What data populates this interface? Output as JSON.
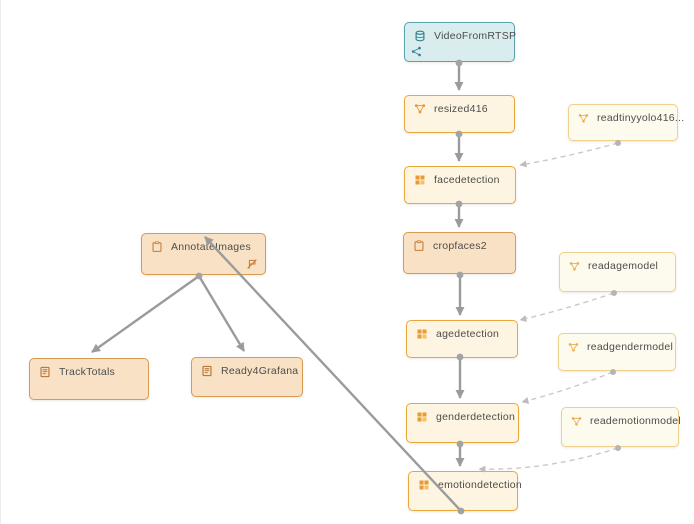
{
  "app": {
    "view": "flow-pipeline-editor",
    "background": "#ffffff"
  },
  "colors": {
    "source_node_bg": "#d9ecee",
    "source_node_border": "#5aa3ae",
    "process_node_bg": "#fdf5e1",
    "process_node_border": "#e9a83e",
    "model_node_bg": "#fdfaee",
    "model_node_border": "#f1d08e",
    "highlight_node_bg": "#f8e1c4",
    "highlight_node_border": "#d99a52",
    "edge_solid": "#9b9b9b",
    "edge_dashed": "#c9c9c9",
    "icon_teal": "#2f7f8b",
    "icon_orange": "#e89a35",
    "icon_brown": "#b06a2c",
    "label_text": "#4d4d4d"
  },
  "nodes": {
    "videofromrtsp": {
      "label": "VideoFromRTSP",
      "variant": "source",
      "icon": "database-icon",
      "sub_icon": "share-icon"
    },
    "resized416": {
      "label": "resized416",
      "variant": "process",
      "icon": "triangle-graph-icon"
    },
    "readtinyyolo416": {
      "label": "readtinyyolo416...",
      "variant": "model",
      "icon": "triangle-graph-icon"
    },
    "facedetection": {
      "label": "facedetection",
      "variant": "process",
      "icon": "chip-icon"
    },
    "cropfaces2": {
      "label": "cropfaces2",
      "variant": "highlight",
      "icon": "clipboard-icon"
    },
    "readagemodel": {
      "label": "readagemodel",
      "variant": "model",
      "icon": "triangle-graph-icon"
    },
    "agedetection": {
      "label": "agedetection",
      "variant": "process",
      "icon": "chip-icon"
    },
    "readgendermodel": {
      "label": "readgendermodel",
      "variant": "model",
      "icon": "triangle-graph-icon"
    },
    "genderdetection": {
      "label": "genderdetection",
      "variant": "process",
      "icon": "chip-icon"
    },
    "reademotionmodel": {
      "label": "reademotionmodel",
      "variant": "model",
      "icon": "triangle-graph-icon"
    },
    "emotiondetection": {
      "label": "emotiondetection",
      "variant": "process",
      "icon": "chip-icon"
    },
    "annotateimages": {
      "label": "AnnotateImages",
      "variant": "highlight",
      "icon": "clipboard-icon",
      "corner_icon": "disabled-flag-icon"
    },
    "tracktotals": {
      "label": "TrackTotals",
      "variant": "highlight",
      "icon": "report-icon"
    },
    "ready4grafana": {
      "label": "Ready4Grafana",
      "variant": "highlight",
      "icon": "report-icon"
    }
  },
  "edges": {
    "solid": [
      {
        "from": "VideoFromRTSP",
        "to": "resized416"
      },
      {
        "from": "resized416",
        "to": "facedetection"
      },
      {
        "from": "facedetection",
        "to": "cropfaces2"
      },
      {
        "from": "cropfaces2",
        "to": "agedetection"
      },
      {
        "from": "agedetection",
        "to": "genderdetection"
      },
      {
        "from": "genderdetection",
        "to": "emotiondetection"
      },
      {
        "from": "emotiondetection",
        "to": "AnnotateImages"
      },
      {
        "from": "AnnotateImages",
        "to": "TrackTotals"
      },
      {
        "from": "AnnotateImages",
        "to": "Ready4Grafana"
      }
    ],
    "dashed": [
      {
        "from": "readtinyyolo416...",
        "to": "facedetection"
      },
      {
        "from": "readagemodel",
        "to": "agedetection"
      },
      {
        "from": "readgendermodel",
        "to": "genderdetection"
      },
      {
        "from": "reademotionmodel",
        "to": "emotiondetection"
      }
    ]
  }
}
